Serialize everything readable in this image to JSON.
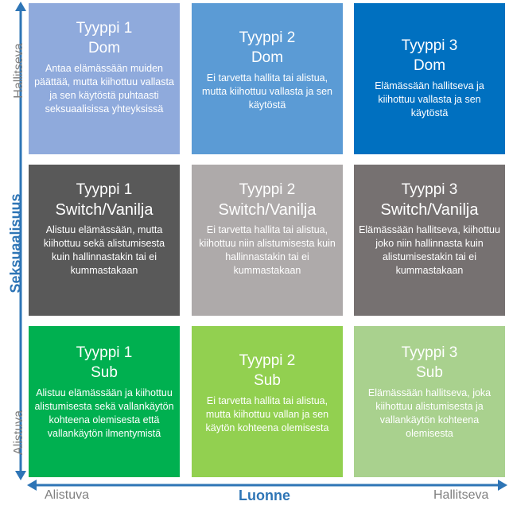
{
  "colors": {
    "axis": "#2e75b6",
    "axis_label": "#7f7f7f"
  },
  "axes": {
    "y_title": "Seksuaalisuus",
    "y_top": "Hallitseva",
    "y_bottom": "Alistuva",
    "x_title": "Luonne",
    "x_left": "Alistuva",
    "x_right": "Hallitseva"
  },
  "grid": [
    [
      {
        "type": "Tyyppi 1",
        "role": "Dom",
        "desc": "Antaa elämässään muiden päättää, mutta kiihottuu vallasta ja sen käytöstä puhtaasti seksuaalisissa yhteyksissä",
        "color": "#8faadc"
      },
      {
        "type": "Tyyppi 2",
        "role": "Dom",
        "desc": "Ei tarvetta hallita tai alistua, mutta kiihottuu vallasta ja sen käytöstä",
        "color": "#5b9bd5"
      },
      {
        "type": "Tyyppi 3",
        "role": "Dom",
        "desc": "Elämässään hallitseva ja kiihottuu vallasta ja sen käytöstä",
        "color": "#0070c0"
      }
    ],
    [
      {
        "type": "Tyyppi 1",
        "role": "Switch/Vanilja",
        "desc": "Alistuu elämässään, mutta kiihottuu sekä alistumisesta kuin hallinnastakin tai ei kummastakaan",
        "color": "#595959"
      },
      {
        "type": "Tyyppi 2",
        "role": "Switch/Vanilja",
        "desc": "Ei tarvetta hallita tai alistua, kiihottuu niin alistumisesta kuin hallinnastakin tai ei kummastakaan",
        "color": "#aeaaaa"
      },
      {
        "type": "Tyyppi 3",
        "role": "Switch/Vanilja",
        "desc": "Elämässään hallitseva, kiihottuu joko niin hallinnasta kuin alistumisestakin tai ei kummastakaan",
        "color": "#767171"
      }
    ],
    [
      {
        "type": "Tyyppi 1",
        "role": "Sub",
        "desc": "Alistuu elämässään ja kiihottuu alistumisesta sekä vallankäytön kohteena olemisesta että vallankäytön ilmentymistä",
        "color": "#00b050"
      },
      {
        "type": "Tyyppi 2",
        "role": "Sub",
        "desc": "Ei tarvetta hallita tai alistua, mutta kiihottuu vallan ja sen käytön kohteena olemisesta",
        "color": "#92d050"
      },
      {
        "type": "Tyyppi 3",
        "role": "Sub",
        "desc": "Elämässään hallitseva, joka kiihottuu alistumisesta ja vallankäytön kohteena olemisesta",
        "color": "#a9d18e"
      }
    ]
  ]
}
